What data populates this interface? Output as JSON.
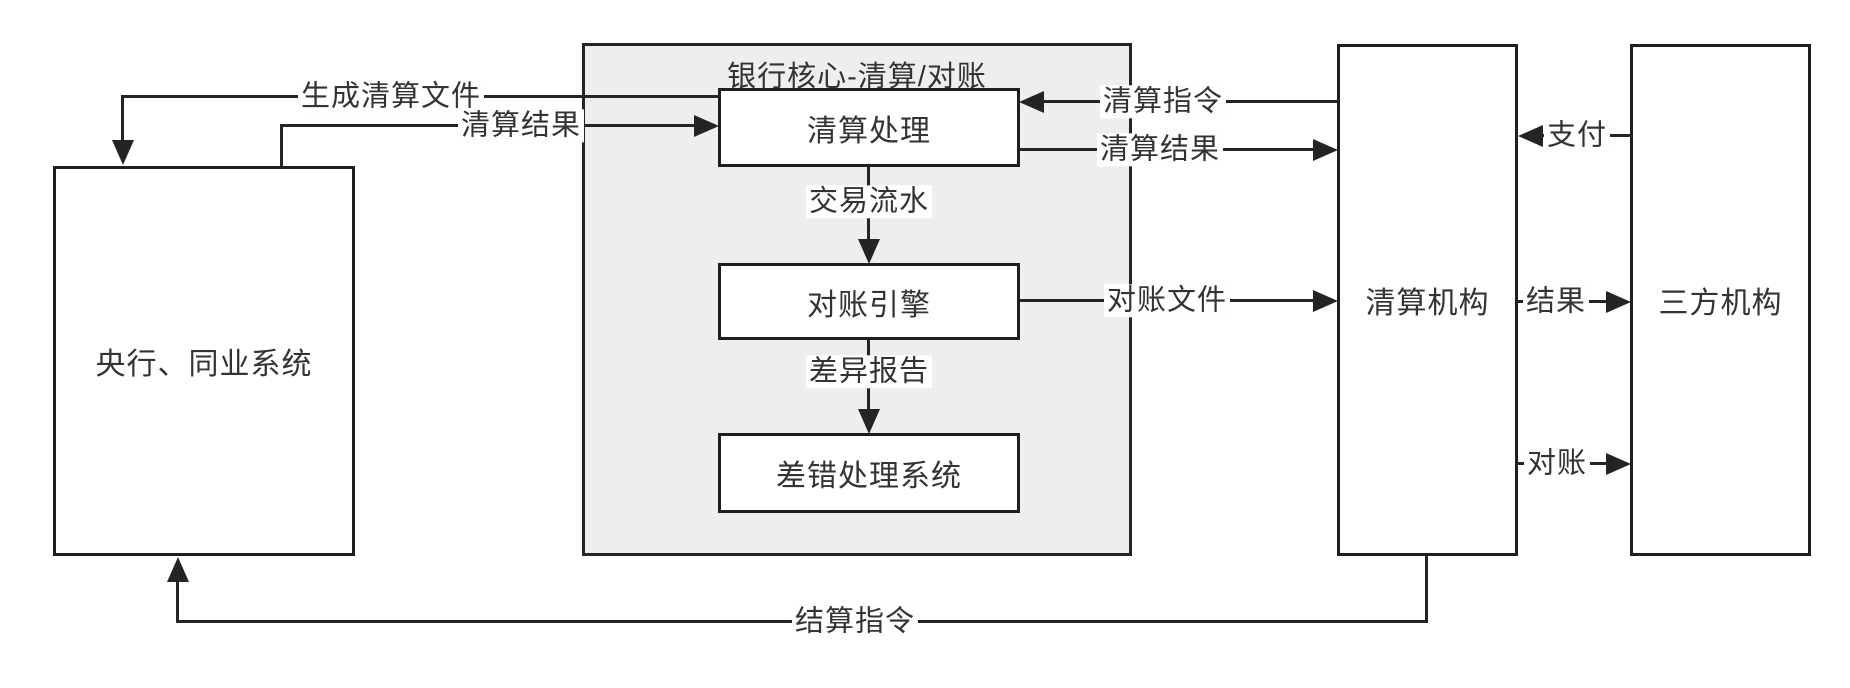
{
  "diagram": {
    "title": "银行核心-清算/对账",
    "nodes": {
      "central_bank": {
        "label": "央行、同业系统"
      },
      "clearing_process": {
        "label": "清算处理"
      },
      "recon_engine": {
        "label": "对账引擎"
      },
      "error_system": {
        "label": "差错处理系统"
      },
      "clearing_org": {
        "label": "清算机构"
      },
      "third_party": {
        "label": "三方机构"
      }
    },
    "edges": {
      "gen_clearing_file": {
        "label": "生成清算文件",
        "from": "clearing_process",
        "to": "central_bank"
      },
      "clearing_result_to_core": {
        "label": "清算结果",
        "from": "central_bank",
        "to": "clearing_process"
      },
      "clearing_instruction": {
        "label": "清算指令",
        "from": "clearing_org",
        "to": "clearing_process"
      },
      "clearing_result_to_org": {
        "label": "清算结果",
        "from": "clearing_process",
        "to": "clearing_org"
      },
      "transaction_flow": {
        "label": "交易流水",
        "from": "clearing_process",
        "to": "recon_engine"
      },
      "recon_file": {
        "label": "对账文件",
        "from": "recon_engine",
        "to": "clearing_org"
      },
      "diff_report": {
        "label": "差异报告",
        "from": "recon_engine",
        "to": "error_system"
      },
      "pay": {
        "label": "支付",
        "from": "third_party",
        "to": "clearing_org"
      },
      "result": {
        "label": "结果",
        "from": "clearing_org",
        "to": "third_party"
      },
      "recon": {
        "label": "对账",
        "from": "clearing_org",
        "to": "third_party"
      },
      "settle_instruction": {
        "label": "结算指令",
        "from": "clearing_org",
        "to": "central_bank"
      }
    },
    "colors": {
      "background": "#ffffff",
      "container_fill": "#edeeef",
      "stroke": "#242424",
      "node_fill": "#ffffff",
      "text": "#333333"
    }
  }
}
